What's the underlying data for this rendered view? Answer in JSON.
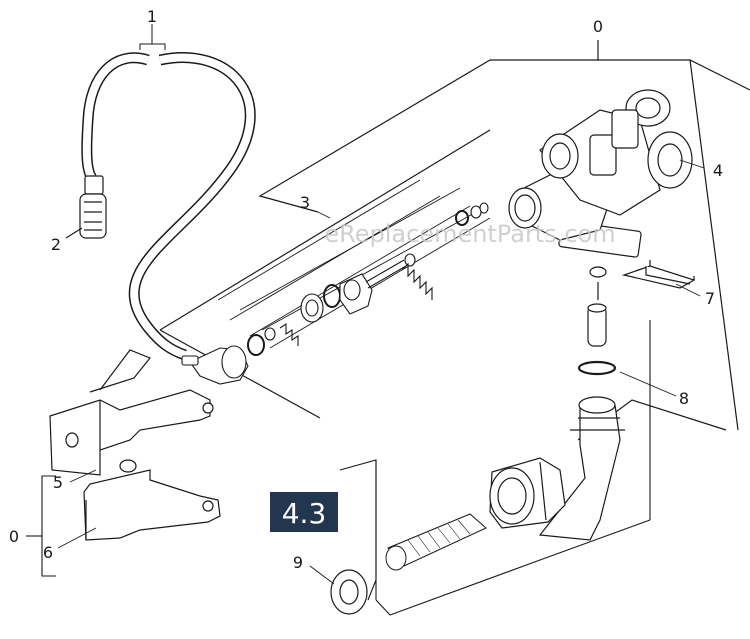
{
  "diagram": {
    "labels": {
      "l0_top": "0",
      "l0_left": "0",
      "l1": "1",
      "l2": "2",
      "l3": "3",
      "l4": "4",
      "l5": "5",
      "l6": "6",
      "l7": "7",
      "l8": "8",
      "l9": "9"
    },
    "badge": "4.3",
    "watermark": "eReplacementParts.com"
  },
  "colors": {
    "line": "#1a1a1a",
    "part_fill": "#ffffff",
    "badge_bg": "#23364f",
    "badge_text": "#ffffff",
    "watermark": "#c8c8c8"
  }
}
